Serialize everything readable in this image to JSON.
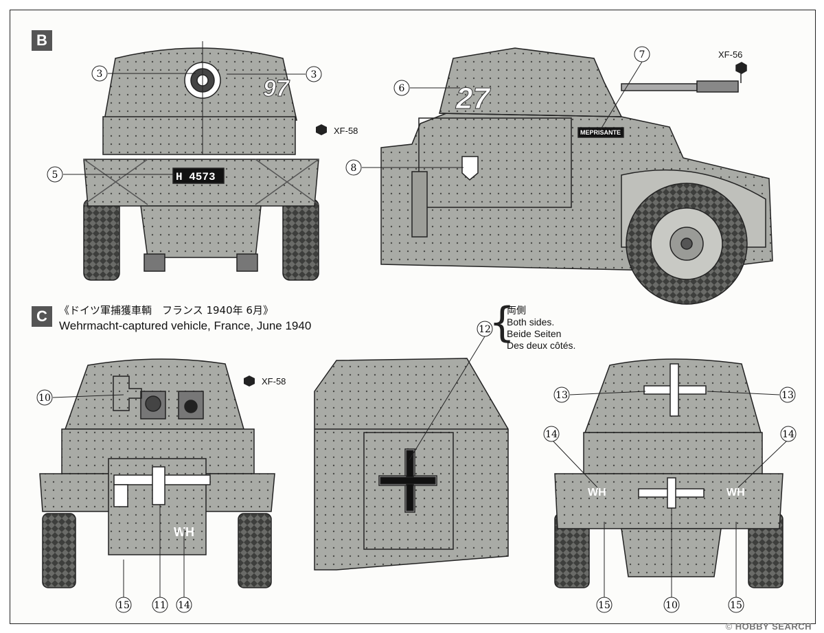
{
  "section_b": {
    "badge": "B"
  },
  "section_c": {
    "badge": "C",
    "title_jp": "《ドイツ軍捕獲車輌　フランス 1940年 6月》",
    "title_en": "Wehrmacht-captured vehicle, France, June 1940"
  },
  "note": {
    "lines": [
      "両側",
      "Both sides.",
      "Beide Seiten",
      "Des deux côtés."
    ]
  },
  "paints": {
    "xf56": "XF-56",
    "xf58_top": "XF-58",
    "xf58_bottom": "XF-58"
  },
  "markings": {
    "turret_number_front": "97",
    "turret_number_side": "27",
    "plate": "H 4573",
    "name": "MEPRISANTE",
    "wh": "WH"
  },
  "callouts": [
    "3",
    "3",
    "5",
    "6",
    "7",
    "8",
    "10",
    "11",
    "12",
    "13",
    "13",
    "14",
    "14",
    "14",
    "15",
    "15",
    "15",
    "10"
  ],
  "watermark": {
    "copyright": "©",
    "brand": "HOBBY SEARCH"
  }
}
